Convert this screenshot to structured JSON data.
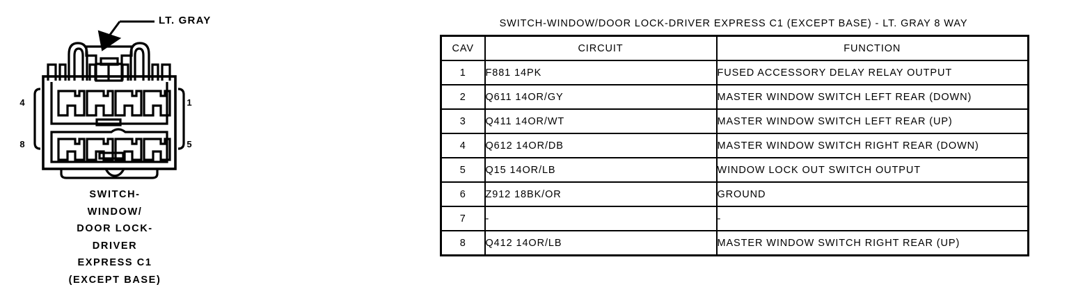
{
  "connector": {
    "callout": "LT. GRAY",
    "pin_labels": {
      "top_left": "4",
      "bottom_left": "8",
      "top_right": "1",
      "bottom_right": "5"
    },
    "caption_lines": [
      "SWITCH-",
      "WINDOW/",
      "DOOR LOCK-",
      "DRIVER",
      "EXPRESS C1",
      "(EXCEPT BASE)"
    ]
  },
  "table": {
    "title": "SWITCH-WINDOW/DOOR LOCK-DRIVER EXPRESS C1 (EXCEPT BASE) - LT. GRAY 8 WAY",
    "headers": {
      "cav": "CAV",
      "circuit": "CIRCUIT",
      "function": "FUNCTION"
    },
    "rows": [
      {
        "cav": "1",
        "circuit": "F881 14PK",
        "function": "FUSED ACCESSORY DELAY RELAY OUTPUT"
      },
      {
        "cav": "2",
        "circuit": "Q611 14OR/GY",
        "function": "MASTER WINDOW SWITCH LEFT REAR (DOWN)"
      },
      {
        "cav": "3",
        "circuit": "Q411 14OR/WT",
        "function": "MASTER WINDOW SWITCH LEFT REAR (UP)"
      },
      {
        "cav": "4",
        "circuit": "Q612 14OR/DB",
        "function": "MASTER WINDOW SWITCH RIGHT REAR (DOWN)"
      },
      {
        "cav": "5",
        "circuit": "Q15 14OR/LB",
        "function": "WINDOW LOCK OUT SWITCH OUTPUT"
      },
      {
        "cav": "6",
        "circuit": "Z912 18BK/OR",
        "function": "GROUND"
      },
      {
        "cav": "7",
        "circuit": "-",
        "function": "-"
      },
      {
        "cav": "8",
        "circuit": "Q412 14OR/LB",
        "function": "MASTER WINDOW SWITCH RIGHT REAR (UP)"
      }
    ]
  },
  "colors": {
    "ink": "#000000",
    "paper": "#ffffff"
  }
}
